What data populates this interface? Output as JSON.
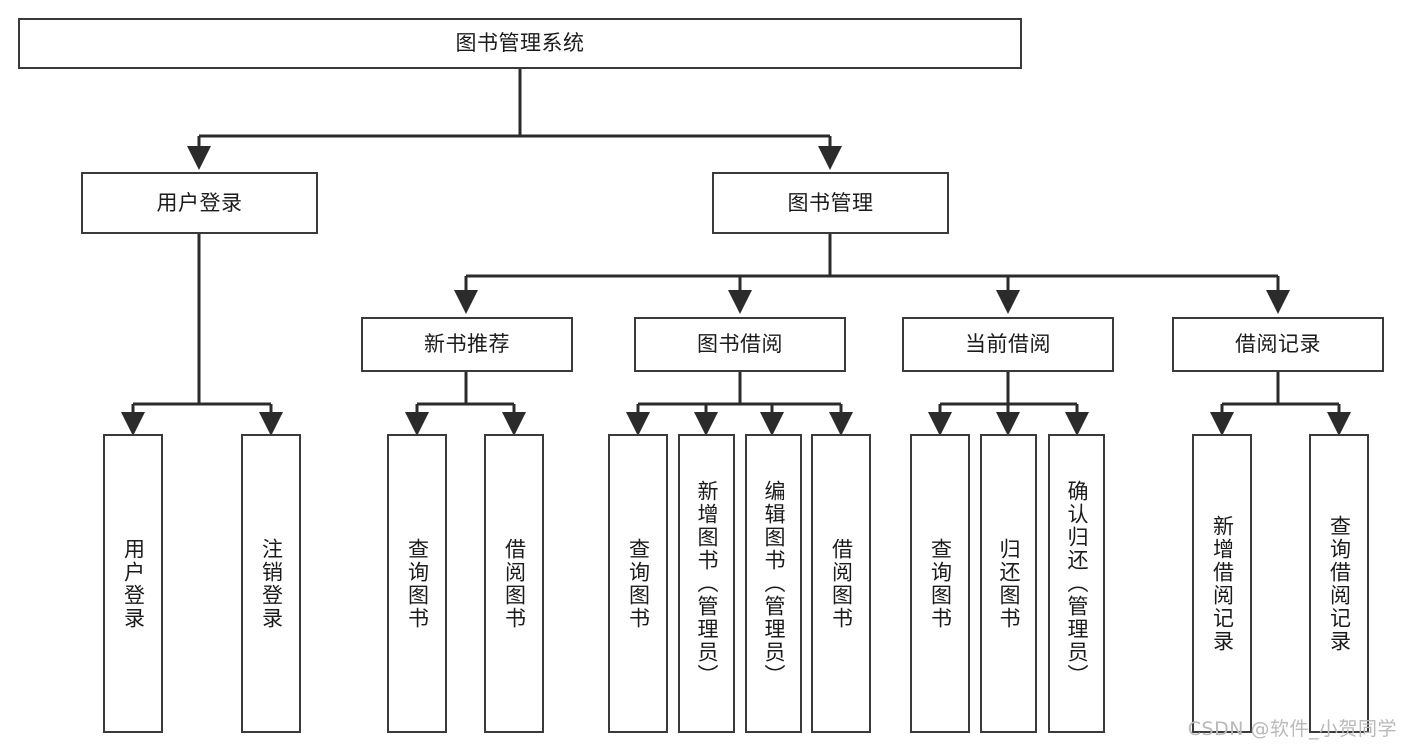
{
  "diagram": {
    "title": "图书管理系统",
    "type": "tree-hierarchy",
    "watermark": "CSDN @软件_小贺同学",
    "colors": {
      "background": "#ffffff",
      "node_fill": "#ffffff",
      "node_stroke": "#3a3a3a",
      "edge_stroke": "#2b2b2b",
      "text": "#1b1b1b",
      "watermark": "#b9b9b9"
    },
    "nodes": {
      "root": {
        "label": "图书管理系统"
      },
      "level1": [
        {
          "id": "user-login",
          "label": "用户登录"
        },
        {
          "id": "book-manage",
          "label": "图书管理"
        }
      ],
      "level2": [
        {
          "id": "new-book-recommend",
          "label": "新书推荐"
        },
        {
          "id": "book-borrow",
          "label": "图书借阅"
        },
        {
          "id": "current-borrow",
          "label": "当前借阅"
        },
        {
          "id": "borrow-record",
          "label": "借阅记录"
        }
      ],
      "leaves": {
        "user-login": [
          {
            "id": "leaf-user-login",
            "label": "用户登录"
          },
          {
            "id": "leaf-logout-login",
            "label": "注销登录"
          }
        ],
        "new-book-recommend": [
          {
            "id": "leaf-query-book-1",
            "label": "查询图书"
          },
          {
            "id": "leaf-borrow-book-1",
            "label": "借阅图书"
          }
        ],
        "book-borrow": [
          {
            "id": "leaf-query-book-2",
            "label": "查询图书"
          },
          {
            "id": "leaf-add-book",
            "label": "新增图书（管理员）"
          },
          {
            "id": "leaf-edit-book",
            "label": "编辑图书（管理员）"
          },
          {
            "id": "leaf-borrow-book-2",
            "label": "借阅图书"
          }
        ],
        "current-borrow": [
          {
            "id": "leaf-query-book-3",
            "label": "查询图书"
          },
          {
            "id": "leaf-return-book",
            "label": "归还图书"
          },
          {
            "id": "leaf-confirm-return",
            "label": "确认归还（管理员）"
          }
        ],
        "borrow-record": [
          {
            "id": "leaf-add-record",
            "label": "新增借阅记录"
          },
          {
            "id": "leaf-query-record",
            "label": "查询借阅记录"
          }
        ]
      }
    }
  }
}
